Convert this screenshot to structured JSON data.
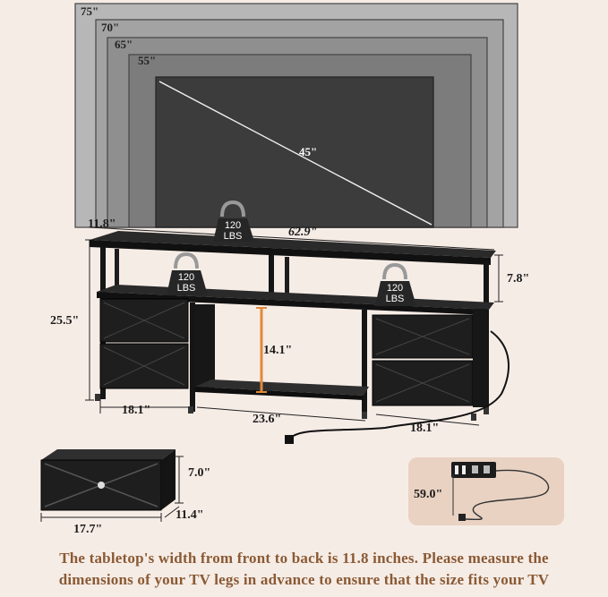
{
  "tv_sizes": [
    "75\"",
    "70\"",
    "65\"",
    "55\"",
    "45\""
  ],
  "weight_labels": [
    {
      "value": "120",
      "unit": "LBS"
    },
    {
      "value": "120",
      "unit": "LBS"
    },
    {
      "value": "120",
      "unit": "LBS"
    }
  ],
  "dimensions": {
    "depth_top": "11.8\"",
    "width_top": "62.9\"",
    "shelf_height": "7.8\"",
    "total_height": "25.5\"",
    "middle_opening_height": "14.1\"",
    "left_section_width": "18.1\"",
    "middle_section_width": "23.6\"",
    "right_section_width": "18.1\"",
    "drawer_height": "7.0\"",
    "drawer_width": "17.7\"",
    "drawer_depth": "11.4\"",
    "power_cord_length": "59.0\""
  },
  "caption": {
    "line1": "The tabletop's width from front to back is 11.8 inches. Please measure the",
    "line2": "dimensions of your TV legs in advance to ensure that the size fits your TV"
  },
  "colors": {
    "background": "#f6ece6",
    "caption_text": "#8a5a34",
    "furniture": "#1c1c1c",
    "accent_orange": "#e0893a",
    "outlet_panel": "#e9d2c2"
  }
}
